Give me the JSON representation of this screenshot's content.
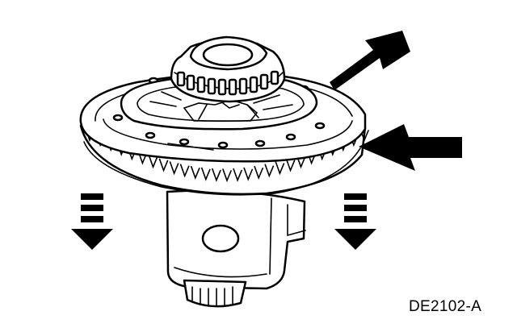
{
  "figure": {
    "label": "DE2102-A"
  },
  "colors": {
    "ink": "#000000",
    "background": "#ffffff"
  },
  "icons": {
    "press_direction": "solid-arrow",
    "remove_direction": "dashed-down-arrow"
  }
}
